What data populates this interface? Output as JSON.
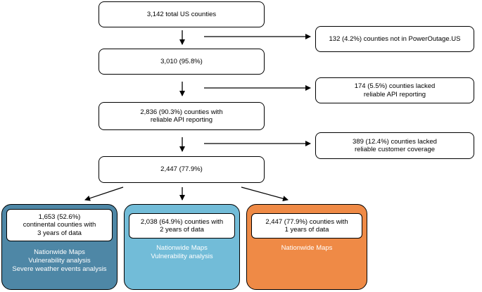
{
  "main_flow": [
    {
      "id": "total",
      "text": "3,142 total US counties"
    },
    {
      "id": "step2",
      "text": "3,010 (95.8%)"
    },
    {
      "id": "step3",
      "text": "2,836 (90.3%) counties with\nreliable API reporting"
    },
    {
      "id": "step4",
      "text": "2,447 (77.9%)"
    }
  ],
  "exclusions": [
    {
      "id": "excl1",
      "text": "132 (4.2%) counties not in PowerOutage.US"
    },
    {
      "id": "excl2",
      "text": "174 (5.5%) counties lacked\nreliable API reporting"
    },
    {
      "id": "excl3",
      "text": "389 (12.4%) counties lacked\nreliable customer coverage"
    }
  ],
  "groups": [
    {
      "id": "continental",
      "color": "#4e87a6",
      "count_text": "1,653 (52.6%)\ncontinental counties with\n3 years of data",
      "uses": "Nationwide Maps\nVulnerability analysis\nSevere weather events analysis"
    },
    {
      "id": "two-year",
      "color": "#72bcd8",
      "count_text": "2,038 (64.9%) counties with\n2 years of data",
      "uses": "Nationwide Maps\nVulnerability analysis"
    },
    {
      "id": "one-year",
      "color": "#ef8a46",
      "count_text": "2,447 (77.9%) counties with\n1 years of data",
      "uses": "Nationwide Maps"
    }
  ]
}
